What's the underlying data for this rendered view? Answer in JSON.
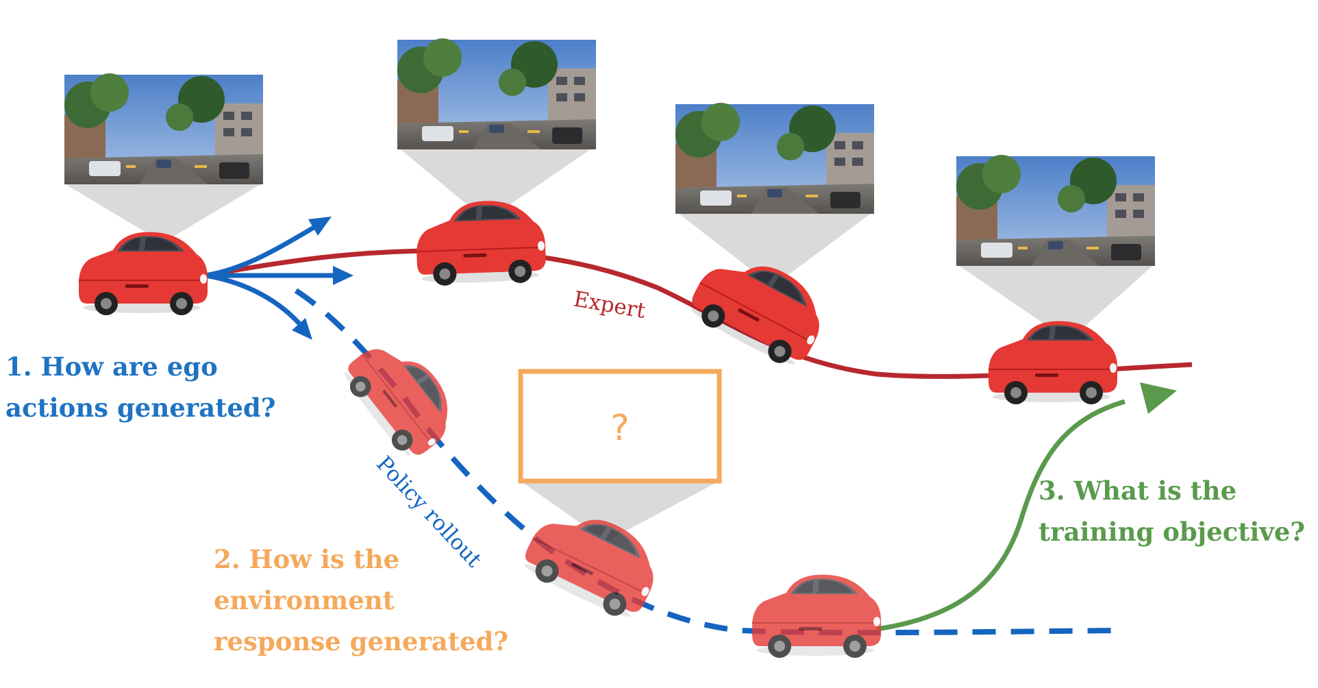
{
  "labels": {
    "expert": "Expert",
    "policy_rollout": "Policy rollout",
    "unknown_view": "?"
  },
  "questions": {
    "q1": {
      "line1": "1. How are ego",
      "line2": "actions generated?",
      "color": "#1f73c2"
    },
    "q2": {
      "line1": "2. How is the",
      "line2": "environment",
      "line3": "response generated?",
      "color": "#f5a95c"
    },
    "q3": {
      "line1": "3. What is the",
      "line2": "training objective?",
      "color": "#5a9a4d"
    }
  },
  "colors": {
    "expert_path": "#b7282e",
    "policy_path": "#1565c0",
    "objective_arrow": "#5a9a4d",
    "unknown_box": "#f5a95c",
    "car_body": "#e53935",
    "view_cone": "#d6d6d6"
  },
  "icons": [
    "car-icon",
    "camera-view-thumbnail",
    "question-mark-icon"
  ]
}
